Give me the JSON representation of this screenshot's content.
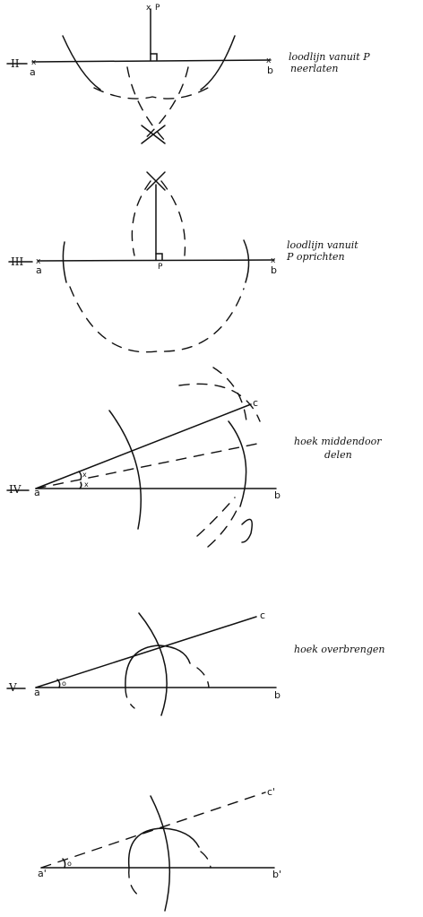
{
  "figures": {
    "II": {
      "numeral": "II",
      "point_a": "a",
      "point_b": "b",
      "point_p": "P",
      "caption_line1": "loodlijn vanuit P",
      "caption_line2": "neerlaten"
    },
    "III": {
      "numeral": "III",
      "point_a": "a",
      "point_b": "b",
      "point_p": "P",
      "caption_line1": "loodlijn vanuit",
      "caption_line2": "P oprichten"
    },
    "IV": {
      "numeral": "IV",
      "point_a": "a",
      "point_b": "b",
      "point_c": "c",
      "caption_line1": "hoek middendoor",
      "caption_line2": "delen"
    },
    "V": {
      "numeral": "V",
      "point_a": "a",
      "point_b": "b",
      "point_c": "c",
      "caption": "hoek overbrengen"
    },
    "VI": {
      "point_a": "a'",
      "point_b": "b'",
      "point_c": "c'"
    }
  }
}
